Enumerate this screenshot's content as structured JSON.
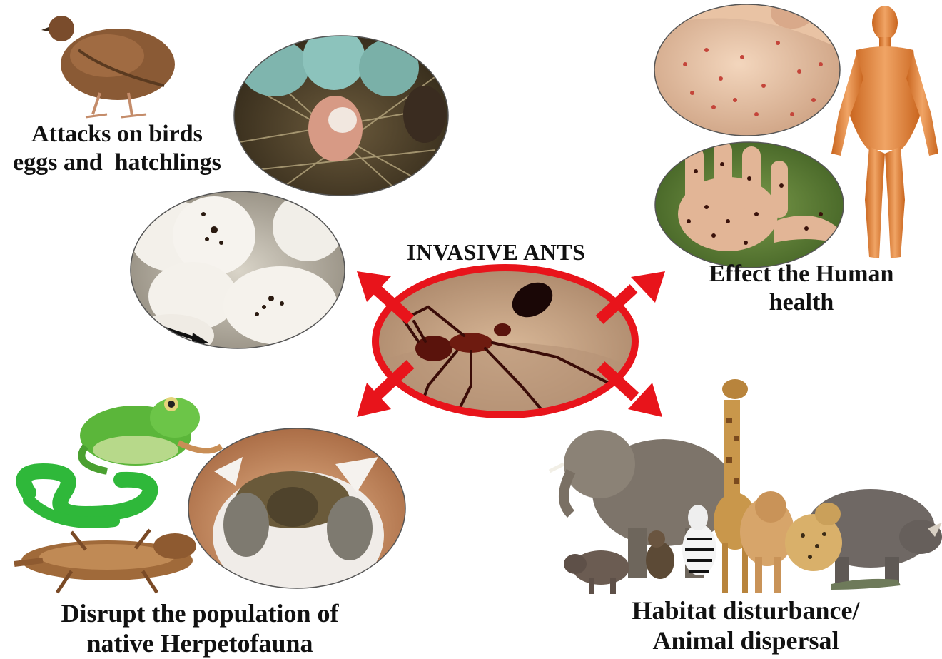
{
  "center": {
    "title": "INVASIVE ANTS",
    "image": "fire-ant-photo",
    "ring_color": "#e8141b",
    "arrow_color": "#e8141b"
  },
  "impacts": {
    "birds": {
      "line1": "Attacks on birds",
      "line2": "eggs and  hatchlings",
      "images": [
        "quail-photo",
        "nest-eggs-hatchlings-photo",
        "ants-on-eggs-photo"
      ]
    },
    "human": {
      "line1": "Effect the Human",
      "line2": "health",
      "images": [
        "skin-stings-photo",
        "ants-on-hand-photo",
        "human-body-figure"
      ]
    },
    "herpetofauna": {
      "line1": "Disrupt the population of",
      "line2": "native Herpetofauna",
      "images": [
        "frog-photo",
        "green-snake-photo",
        "horned-lizard-photo",
        "hatching-turtle-photo"
      ]
    },
    "habitat": {
      "line1": "Habitat disturbance/",
      "line2": "Animal dispersal",
      "images": [
        "wild-animals-group-photo"
      ]
    }
  }
}
